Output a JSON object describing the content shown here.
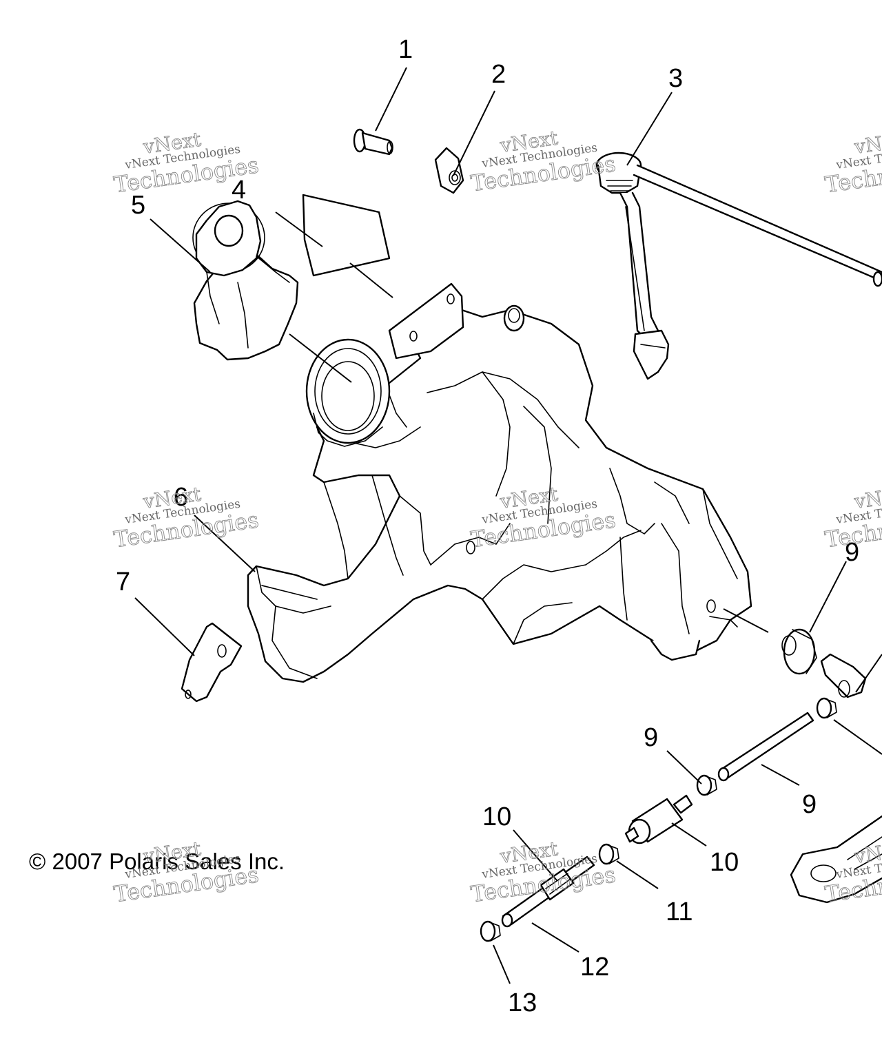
{
  "copyright": "© 2007 Polaris Sales Inc.",
  "watermark": {
    "line1": "vNext",
    "line2": "vNext Technologies",
    "line3": "Technologies"
  },
  "callouts": [
    "1",
    "2",
    "3",
    "4",
    "5",
    "6",
    "7",
    "9",
    "9",
    "9",
    "10",
    "10",
    "11",
    "12",
    "13"
  ],
  "colors": {
    "line": "#000000",
    "background": "#ffffff",
    "watermark": "#8a8a8a"
  }
}
